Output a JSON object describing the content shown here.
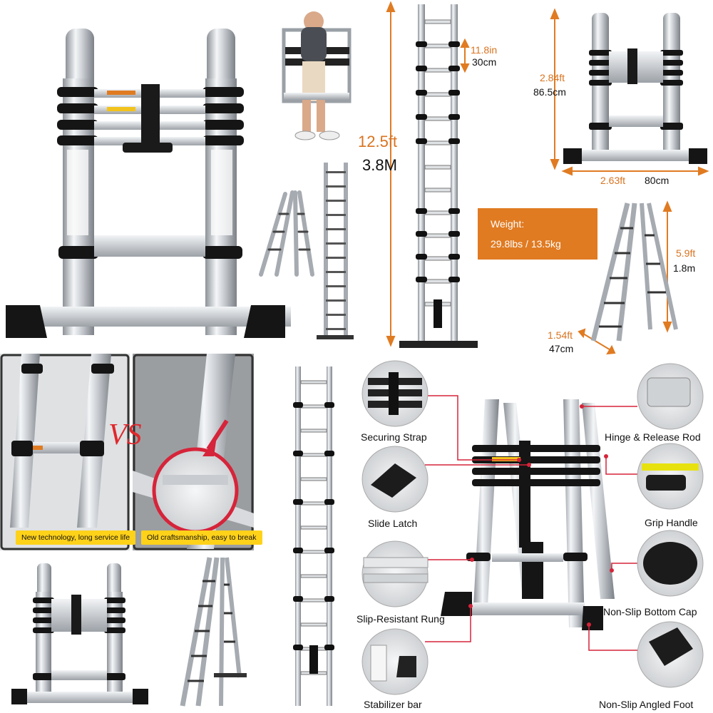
{
  "dimensions": {
    "height_ft": "12.5ft",
    "height_m": "3.8M",
    "rung_in": "11.8in",
    "rung_cm": "30cm",
    "width_top_ft": "2.84ft",
    "width_top_cm": "86.5cm",
    "base_ft": "2.63ft",
    "base_cm": "80cm",
    "a_height_ft": "5.9ft",
    "a_height_m": "1.8m",
    "a_base_ft": "1.54ft",
    "a_base_cm": "47cm"
  },
  "weight": {
    "label": "Weight:",
    "value": "29.8lbs / 13.5kg"
  },
  "comparison": {
    "good": "New technology, long service life",
    "vs": "VS",
    "bad": "Old craftsmanship, easy to break"
  },
  "features": {
    "securing_strap": "Securing Strap",
    "slide_latch": "Slide Latch",
    "slip_rung": "Slip-Resistant Rung",
    "stabilizer": "Stabilizer bar",
    "hinge": "Hinge & Release Rod",
    "grip": "Grip Handle",
    "bottom_cap": "Non-Slip Bottom Cap",
    "angled_foot": "Non-Slip Angled Foot"
  },
  "colors": {
    "accent_orange": "#e07b22",
    "callout_red": "#d6243a",
    "badge_yellow": "#ffd21a"
  }
}
